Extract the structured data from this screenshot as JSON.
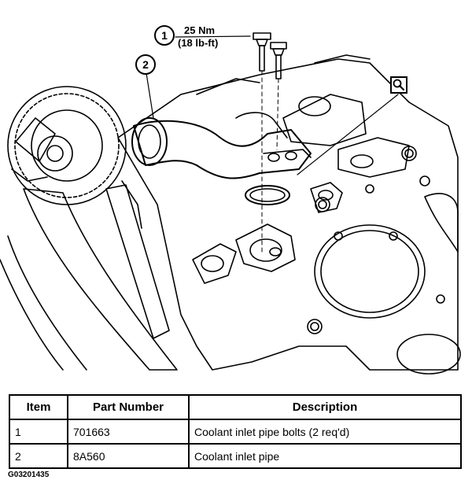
{
  "callouts": {
    "item1": "1",
    "item2": "2",
    "torque_nm": "25 Nm",
    "torque_lbft": "(18 lb-ft)"
  },
  "icons": {
    "detail": "magnifier-icon"
  },
  "table": {
    "headers": [
      "Item",
      "Part Number",
      "Description"
    ],
    "rows": [
      [
        "1",
        "701663",
        "Coolant inlet pipe bolts (2 req'd)"
      ],
      [
        "2",
        "8A560",
        "Coolant inlet pipe"
      ]
    ]
  },
  "figure_id": "G03201435"
}
